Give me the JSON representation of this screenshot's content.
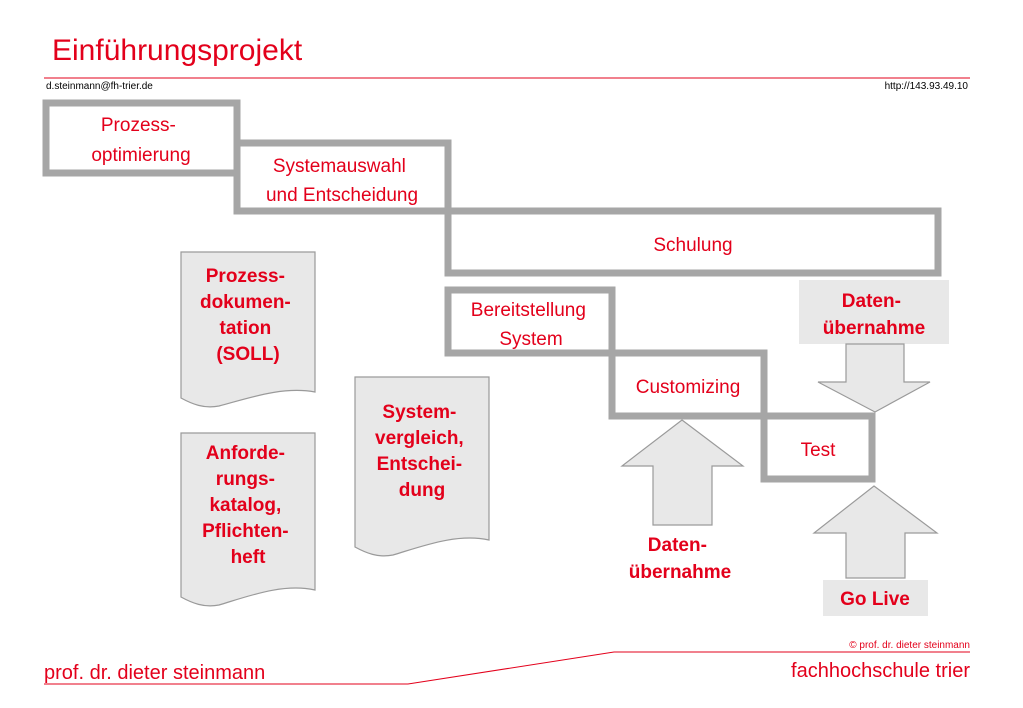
{
  "slide": {
    "title": "Einführungsprojekt",
    "email": "d.steinmann@fh-trier.de",
    "url": "http://143.93.49.10"
  },
  "phases": [
    {
      "lines": [
        "Prozess-",
        "optimierung"
      ]
    },
    {
      "lines": [
        "Systemauswahl",
        "und Entscheidung"
      ]
    },
    {
      "lines": [
        "Schulung"
      ]
    },
    {
      "lines": [
        "Bereitstellung",
        "System"
      ]
    },
    {
      "lines": [
        "Customizing"
      ]
    },
    {
      "lines": [
        "Test"
      ]
    }
  ],
  "documents": [
    {
      "lines": [
        "Prozess-",
        "dokumen-",
        "tation",
        "(SOLL)"
      ]
    },
    {
      "lines": [
        "Anforde-",
        "rungs-",
        "katalog,",
        "Pflichten-",
        "heft"
      ]
    },
    {
      "lines": [
        "System-",
        "vergleich,",
        "Entschei-",
        "dung"
      ]
    }
  ],
  "labels": {
    "datenuebernahme_top": [
      "Daten-",
      "übernahme"
    ],
    "datenuebernahme_bottom": [
      "Daten-",
      "übernahme"
    ],
    "go_live": "Go Live"
  },
  "footer": {
    "copyright": "© prof. dr. dieter steinmann",
    "left": "prof. dr. dieter steinmann",
    "right": "fachhochschule trier"
  },
  "colors": {
    "accent": "#e3001b",
    "frame": "#a6a6a6",
    "fill": "#e8e8e8",
    "stroke": "#9a9a9a"
  }
}
